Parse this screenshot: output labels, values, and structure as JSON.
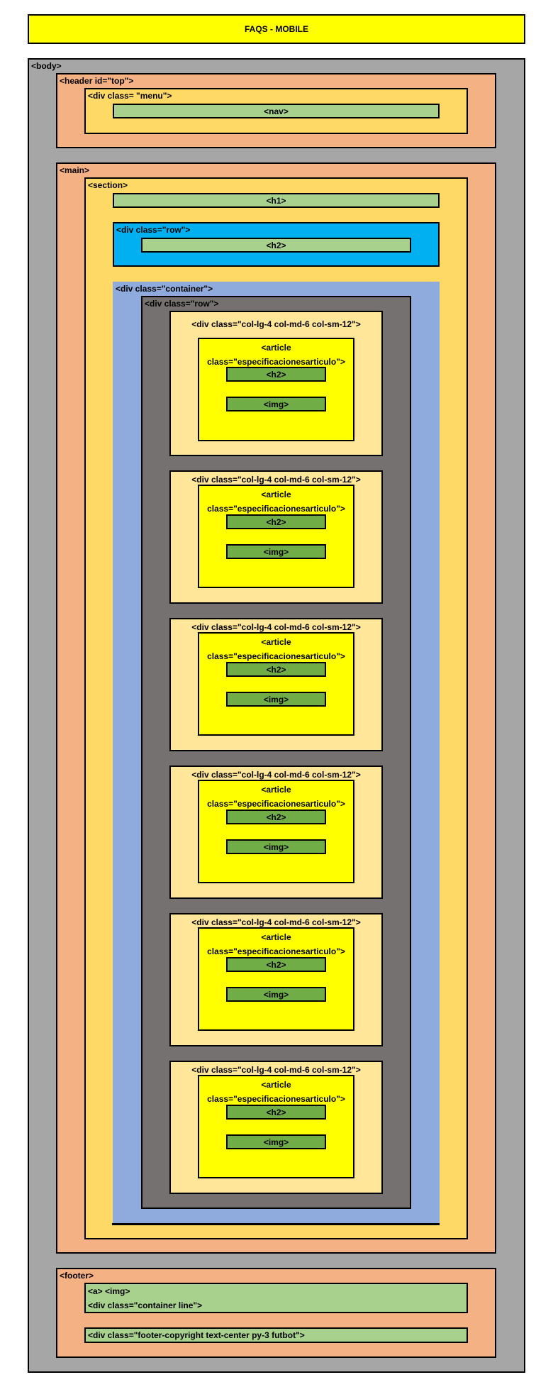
{
  "diagram": {
    "title": "FAQS - MOBILE",
    "body_label": "<body>",
    "header": {
      "label": "<header id=\"top\">",
      "menu_label": "<div class= \"menu\">",
      "nav_label": "<nav>"
    },
    "main": {
      "label": "<main>",
      "section_label": "<section>",
      "h1_label": "<h1>",
      "row_label": "<div class=\"row\">",
      "row_h2_label": "<h2>",
      "container_label": "<div class=\"container\">",
      "inner_row_label": "<div class=\"row\">",
      "columns": [
        {
          "col_label": "<div class=\"col-lg-4 col-md-6 col-sm-12\">",
          "article_line1": "<article",
          "article_line2": "class=\"especificacionesarticulo\">",
          "h2_label": "<h2>",
          "img_label": "<img>"
        },
        {
          "col_label": "<div class=\"col-lg-4 col-md-6 col-sm-12\">",
          "article_line1": "<article",
          "article_line2": "class=\"especificacionesarticulo\">",
          "h2_label": "<h2>",
          "img_label": "<img>"
        },
        {
          "col_label": "<div class=\"col-lg-4 col-md-6 col-sm-12\">",
          "article_line1": "<article",
          "article_line2": "class=\"especificacionesarticulo\">",
          "h2_label": "<h2>",
          "img_label": "<img>"
        },
        {
          "col_label": "<div class=\"col-lg-4 col-md-6 col-sm-12\">",
          "article_line1": "<article",
          "article_line2": "class=\"especificacionesarticulo\">",
          "h2_label": "<h2>",
          "img_label": "<img>"
        },
        {
          "col_label": "<div class=\"col-lg-4 col-md-6 col-sm-12\">",
          "article_line1": "<article",
          "article_line2": "class=\"especificacionesarticulo\">",
          "h2_label": "<h2>",
          "img_label": "<img>"
        },
        {
          "col_label": "<div class=\"col-lg-4 col-md-6 col-sm-12\">",
          "article_line1": "<article",
          "article_line2": "class=\"especificacionesarticulo\">",
          "h2_label": "<h2>",
          "img_label": "<img>"
        }
      ]
    },
    "footer": {
      "label": "<footer>",
      "line1": "<a> <img>",
      "line2": "<div class=\"container line\">",
      "copyright_label": "<div class=\"footer-copyright text-center py-3 futbot\">"
    }
  }
}
